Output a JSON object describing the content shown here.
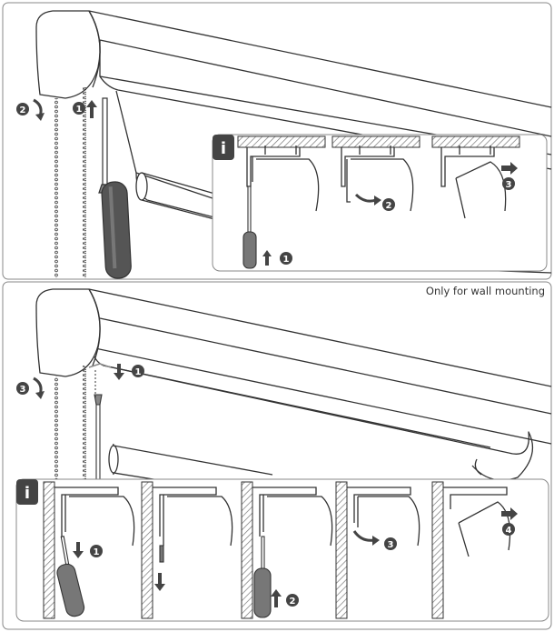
{
  "note_text": "Only for wall mounting",
  "info_symbol": "i",
  "colors": {
    "line": "#333333",
    "badge": "#444444",
    "handle": "#555555",
    "hatch": "#777777",
    "panel_border": "#888888"
  },
  "top_section": {
    "callouts": [
      {
        "number": "2",
        "arrow": "curved-rotate-icon"
      },
      {
        "number": "1",
        "arrow": "arrow-up-icon"
      }
    ],
    "info_steps": [
      {
        "number": "1",
        "arrow": "arrow-up-icon"
      },
      {
        "number": "2",
        "arrow": "curved-arrow-icon"
      },
      {
        "number": "3",
        "arrow": "arrow-right-icon"
      }
    ]
  },
  "bottom_section": {
    "callouts": [
      {
        "number": "3",
        "arrow": "curved-rotate-icon"
      },
      {
        "number": "1",
        "arrow": "arrow-down-icon"
      }
    ],
    "info_steps": [
      {
        "number": "1",
        "arrow": "arrow-down-icon"
      },
      {
        "number": "2",
        "arrow": "arrow-up-icon"
      },
      {
        "number": "3",
        "arrow": "curved-arrow-icon"
      },
      {
        "number": "4",
        "arrow": "arrow-right-icon"
      }
    ]
  }
}
